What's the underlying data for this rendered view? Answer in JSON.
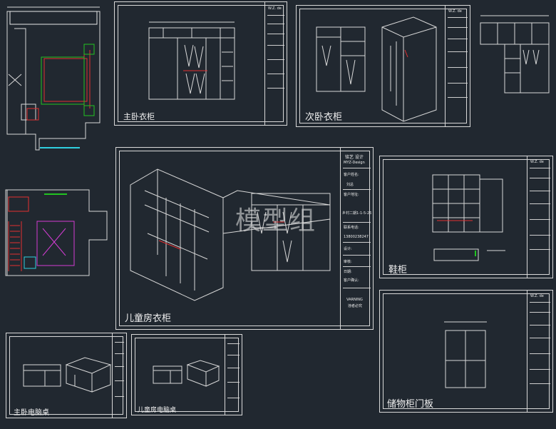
{
  "sheets": {
    "master_wardrobe": {
      "title": "主卧衣柜"
    },
    "second_wardrobe": {
      "title": "次卧衣柜"
    },
    "kids_wardrobe": {
      "title": "儿童房衣柜"
    },
    "shoe_cabinet": {
      "title": "鞋柜"
    },
    "storage_door": {
      "title": "储物柜门板"
    },
    "master_desk": {
      "title": "主卧电脑桌"
    },
    "kids_desk": {
      "title": "儿童房电脑桌"
    }
  },
  "watermark": "模型组",
  "title_block": {
    "company": "铭艺 设计",
    "company_en": "MYZ-Design",
    "client_label": "客户姓名:",
    "client_value": "刘总",
    "address_label": "客户地址:",
    "address_value": "乡村二期1-1-5-26",
    "designer_label": "联系电话:",
    "phone_value": "13800238247",
    "drawn_label": "设计:",
    "review_label": "审核:",
    "date_label": "日期:",
    "confirm_label": "客户确认:",
    "note": "VARNING",
    "note2": "违者必究",
    "small_brand": "W.Z. de"
  },
  "colors": {
    "background": "#212830",
    "line": "#d8d8d8",
    "red": "#e23030",
    "green": "#21c421",
    "magenta": "#d23cd2",
    "cyan": "#2fd0e0"
  }
}
